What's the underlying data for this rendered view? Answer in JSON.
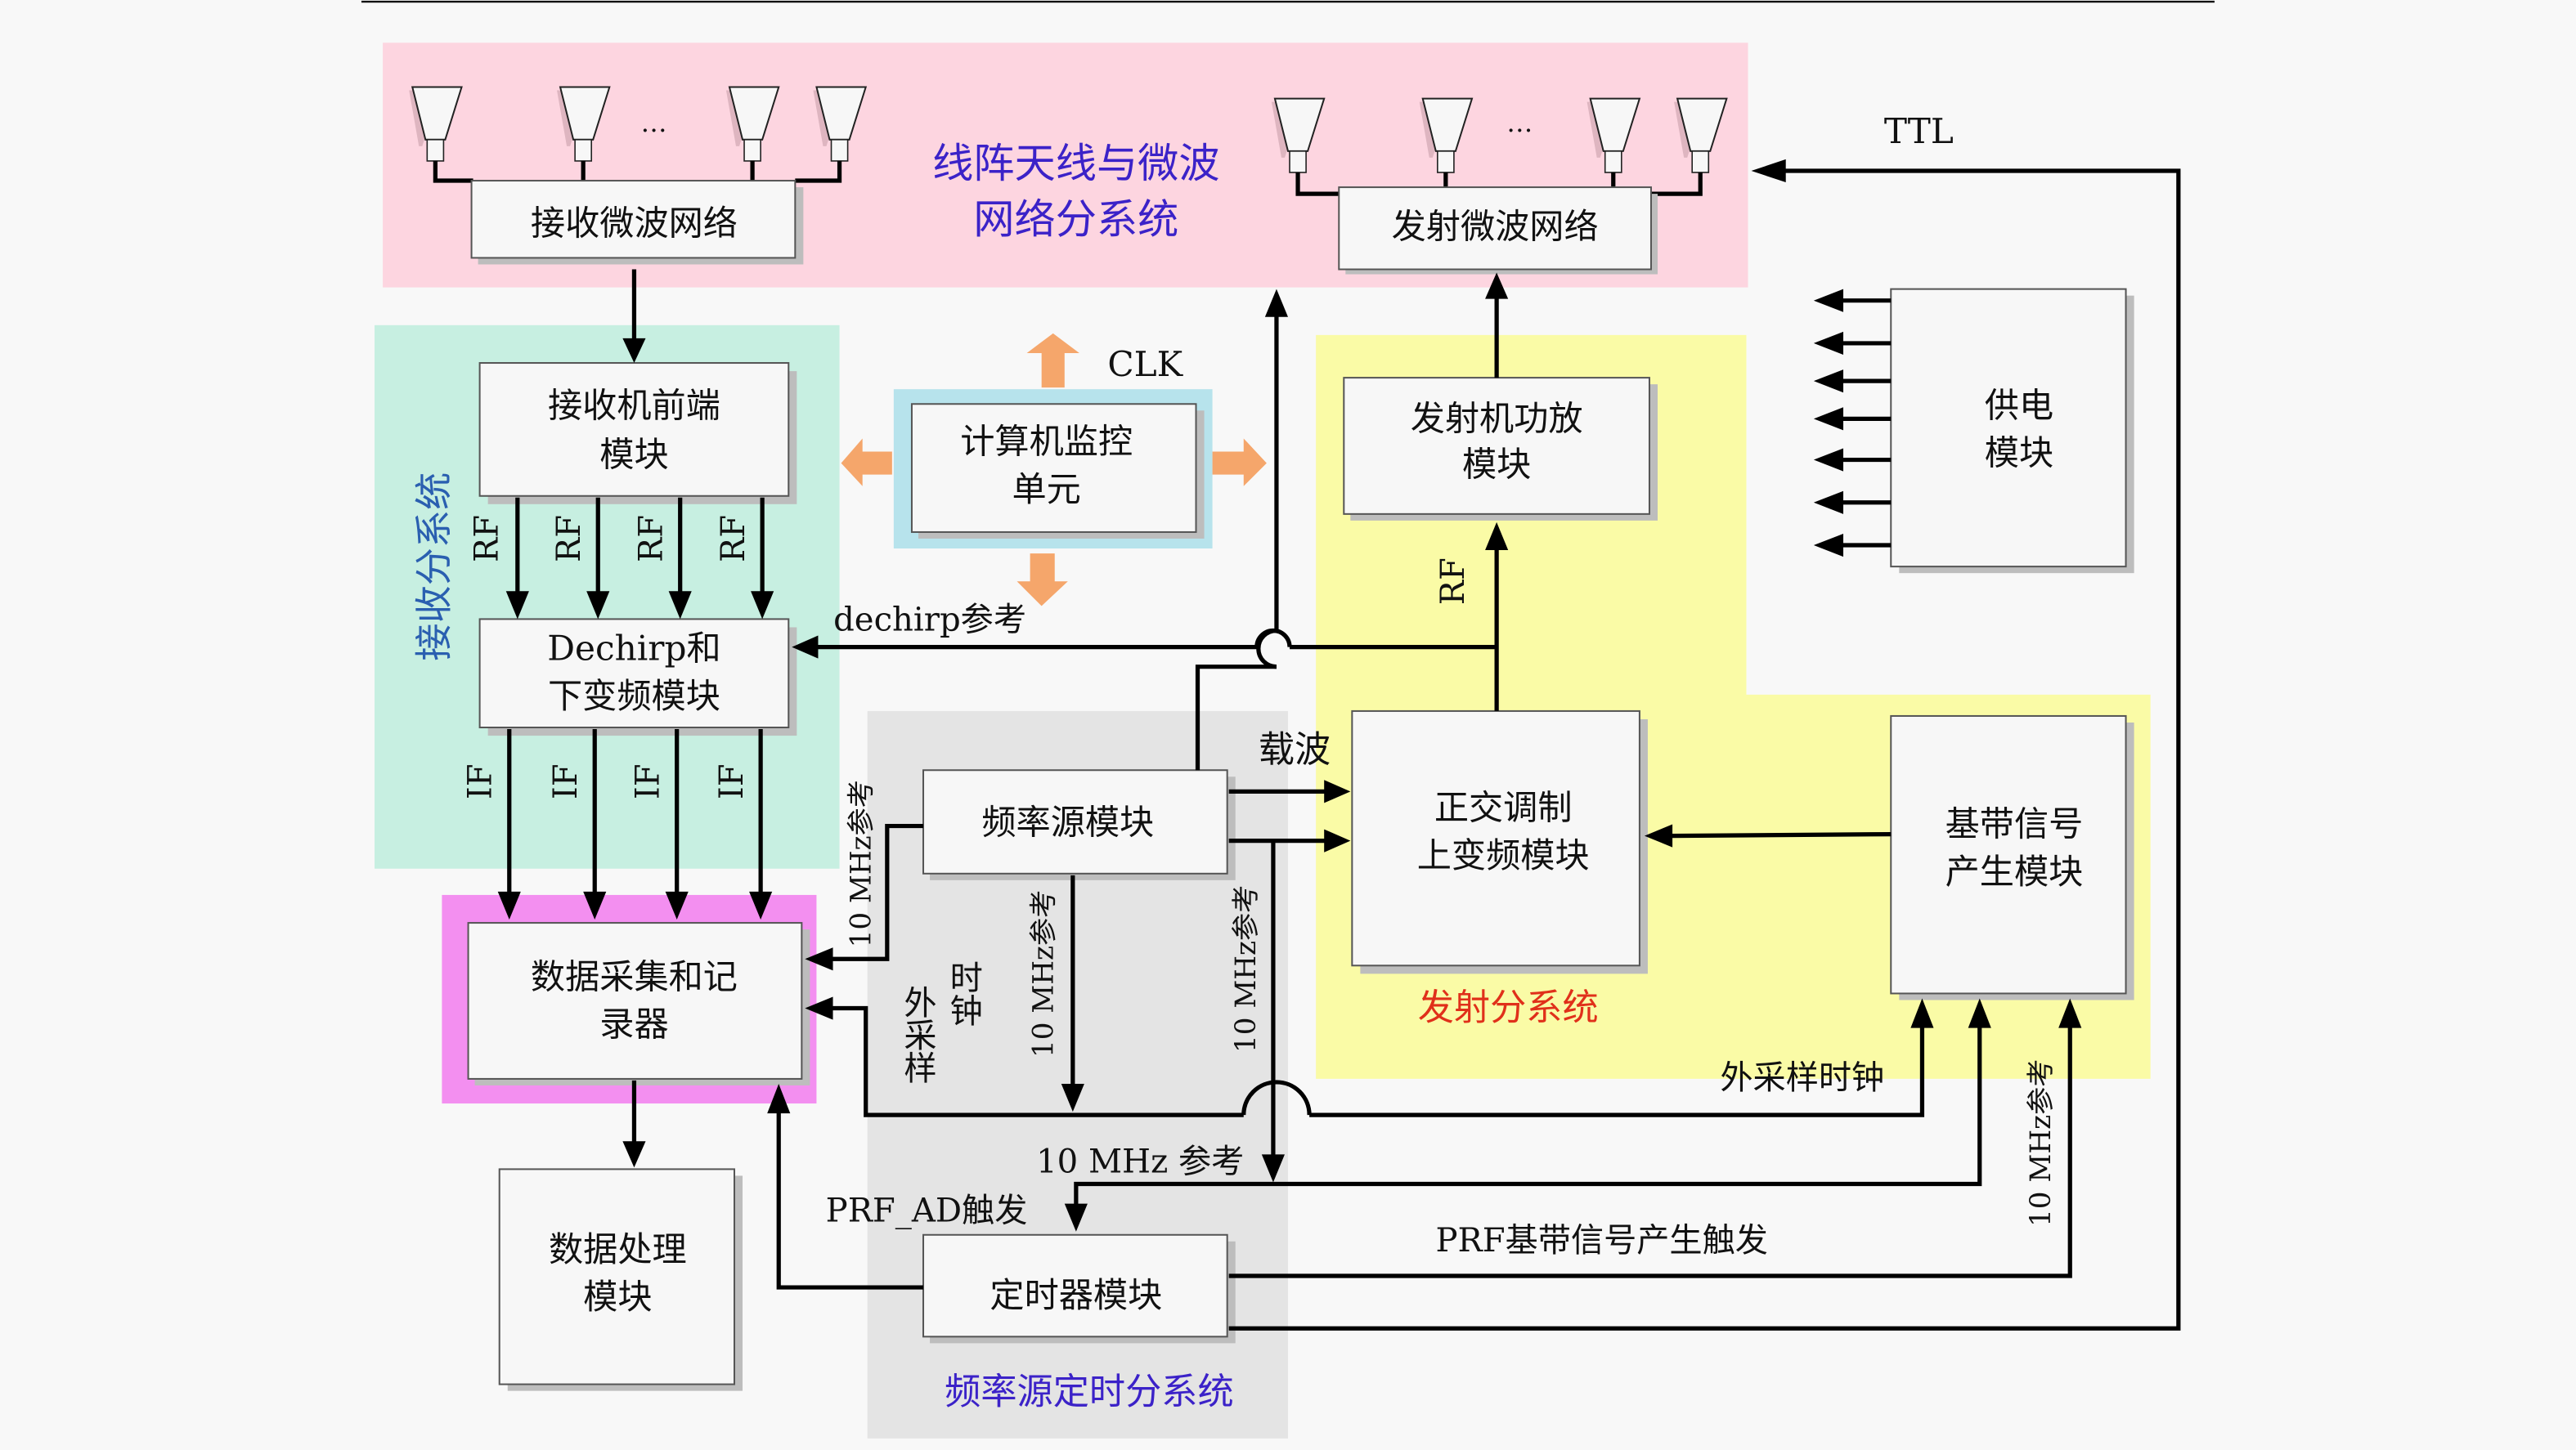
{
  "diagram": {
    "subsystems": {
      "antenna": {
        "label_line1": "线阵天线与微波",
        "label_line2": "网络分系统",
        "color": "#fdd5e0",
        "label_color": "#3b22c8"
      },
      "receive": {
        "label": "接收分系统",
        "color": "#c7efe1",
        "label_color": "#2a5fb0"
      },
      "transmit": {
        "label": "发射分系统",
        "color": "#fafba6",
        "label_color": "#e0301a"
      },
      "freq_timing": {
        "label": "频率源定时分系统",
        "color": "#e4e4e4",
        "label_color": "#3b22c8"
      },
      "acquisition_highlight": {
        "color": "#f38ff0"
      },
      "monitor_highlight": {
        "color": "#b7e3ec"
      }
    },
    "blocks": {
      "rx_network": "接收微波网络",
      "tx_network": "发射微波网络",
      "rx_frontend": {
        "line1": "接收机前端",
        "line2": "模块"
      },
      "monitor": {
        "line1": "计算机监控",
        "line2": "单元"
      },
      "tx_amp": {
        "line1": "发射机功放",
        "line2": "模块"
      },
      "power": {
        "line1": "供电",
        "line2": "模块"
      },
      "dechirp": {
        "line1": "Dechirp和",
        "line2": "下变频模块"
      },
      "freq_source": "频率源模块",
      "iq_mod": {
        "line1": "正交调制",
        "line2": "上变频模块"
      },
      "baseband": {
        "line1": "基带信号",
        "line2": "产生模块"
      },
      "daq": {
        "line1": "数据采集和记",
        "line2": "录器"
      },
      "processing": {
        "line1": "数据处理",
        "line2": "模块"
      },
      "timer": "定时器模块"
    },
    "signals": {
      "ttl": "TTL",
      "clk": "CLK",
      "rf": "RF",
      "if": "IF",
      "dechirp_ref": "dechirp参考",
      "carrier": "载波",
      "ref_10mhz": "10 MHz参考",
      "ref_10mhz_spaced": "10 MHz 参考",
      "ext_clock_v1": "外采样",
      "ext_clock_v2": "时钟",
      "ext_clock": "外采样时钟",
      "prf_ad": "PRF_AD触发",
      "prf_baseband": "PRF基带信号产生触发",
      "ellipsis": "…"
    }
  }
}
